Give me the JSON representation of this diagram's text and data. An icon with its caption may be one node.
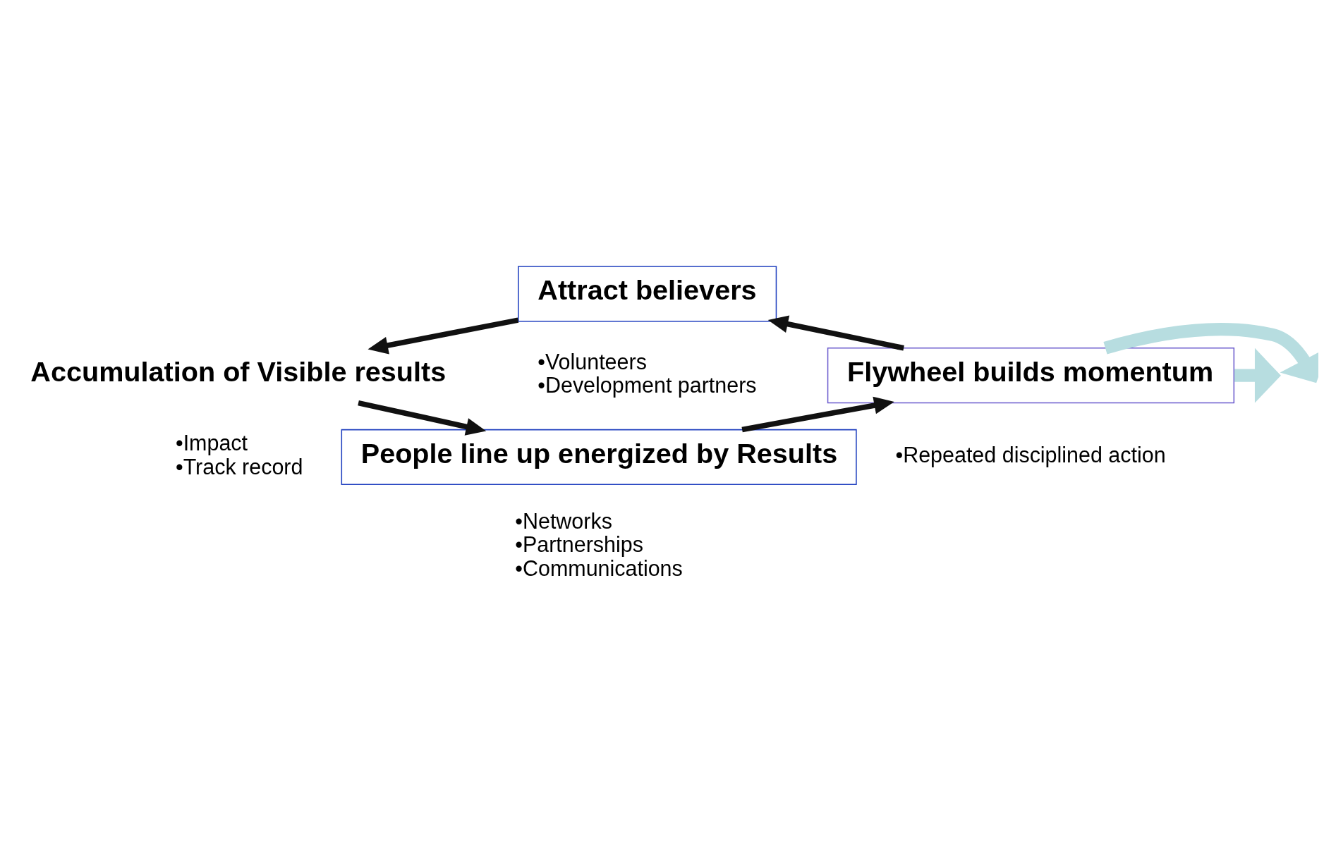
{
  "diagram": {
    "nodes": [
      {
        "text": [
          "Attract believers"
        ],
        "beside": [
          "•Volunteers",
          "•Development partners"
        ]
      },
      {
        "text": [
          "Accumulation of Visible results"
        ],
        "beside": [
          "•Impact",
          "•Track record"
        ]
      },
      {
        "text": [
          "People line up energized by Results"
        ],
        "beside": [
          "•Networks",
          "•Partnerships",
          "•Communications"
        ]
      },
      {
        "text": [
          "Flywheel builds momentum"
        ],
        "beside": [
          "•Repeated disciplined action"
        ]
      }
    ],
    "edges": [
      {
        "from": 0,
        "to": 1,
        "arrow": "to"
      },
      {
        "from": 1,
        "to": 2,
        "arrow": "to"
      },
      {
        "from": 2,
        "to": 3,
        "arrow": "to"
      },
      {
        "from": 3,
        "to": 0,
        "arrow": "to"
      },
      {
        "from": 3,
        "to": null,
        "arrow": "to",
        "style": "thick",
        "color": "#b7dde0"
      },
      {
        "from": 3,
        "to": null,
        "arrow": "to",
        "style": "thick",
        "color": "#b7dde0"
      }
    ]
  }
}
